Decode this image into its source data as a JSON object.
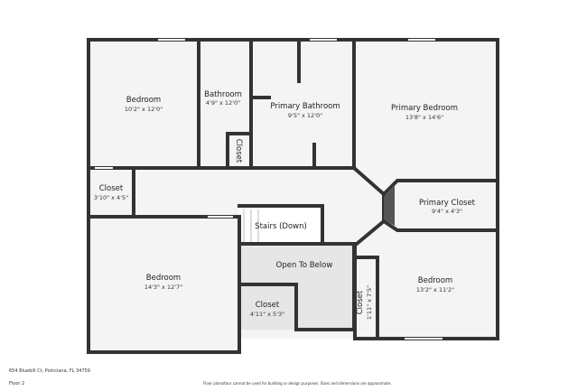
{
  "rooms": [
    {
      "name": "Bedroom",
      "dims": "10'2\" x 12'0\""
    },
    {
      "name": "Bathroom",
      "dims": "4'9\" x 12'0\""
    },
    {
      "name": "Primary Bathroom",
      "dims": "9'5\" x 12'0\""
    },
    {
      "name": "Primary Bedroom",
      "dims": "13'8\" x 14'6\""
    },
    {
      "name": "Closet",
      "dims": ""
    },
    {
      "name": "Closet",
      "dims": "3'10\" x 4'5\""
    },
    {
      "name": "Primary Closet",
      "dims": "9'4\" x 4'3\""
    },
    {
      "name": "Stairs (Down)",
      "dims": ""
    },
    {
      "name": "Open To Below",
      "dims": ""
    },
    {
      "name": "Bedroom",
      "dims": "14'3\" x 12'7\""
    },
    {
      "name": "Closet",
      "dims": "4'11\" x 5'3\""
    },
    {
      "name": "Closet",
      "dims": "1'11\" x 7'5\""
    },
    {
      "name": "Bedroom",
      "dims": "13'2\" x 11'2\""
    }
  ],
  "footer": {
    "address": "654 Bluebill Ct, Poinciana, FL 34759",
    "floor": "Floor 2",
    "disclaimer": "Floor plans/tour cannot be used for building or design purposes. Sizes and dimensions are approximate."
  }
}
